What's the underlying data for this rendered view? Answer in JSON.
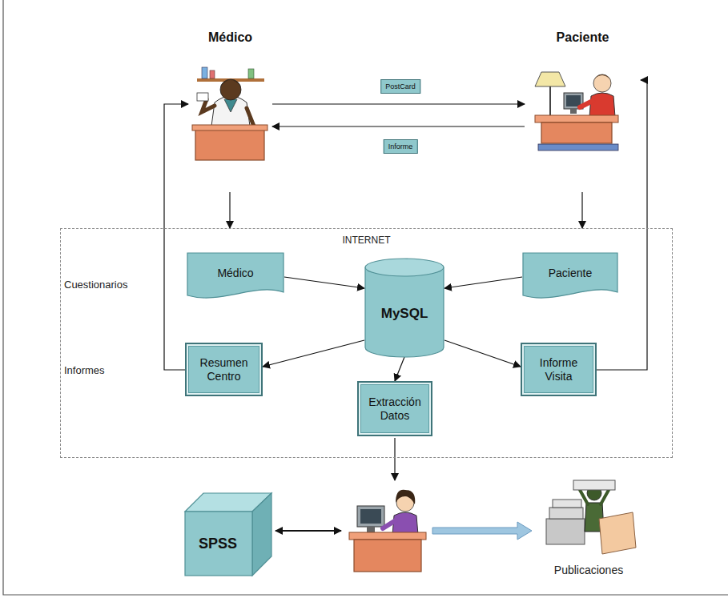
{
  "diagram": {
    "nodes": [
      {
        "text": [
          "Médico"
        ]
      },
      {
        "text": [
          "Paciente"
        ]
      },
      {
        "text": [
          "INTERNET"
        ]
      },
      {
        "text": [
          "Médico"
        ],
        "in": 2
      },
      {
        "text": [
          "MySQL"
        ],
        "in": 2
      },
      {
        "text": [
          "Paciente"
        ],
        "in": 2
      },
      {
        "text": [
          "Resumen Centro"
        ],
        "in": 2
      },
      {
        "text": [
          "Extracción Datos"
        ],
        "in": 2
      },
      {
        "text": [
          "Informe Visita"
        ],
        "in": 2
      },
      {
        "text": [
          "SPSS"
        ]
      },
      {
        "text": [
          "Publicaciones"
        ]
      }
    ],
    "edges": [
      {
        "from": 0,
        "to": 1,
        "label": "PostCard",
        "arrow": "to"
      },
      {
        "from": 1,
        "to": 0,
        "label": "Informe",
        "arrow": "to"
      },
      {
        "from": 0,
        "to": 2,
        "arrow": "to"
      },
      {
        "from": 1,
        "to": 2,
        "arrow": "to"
      },
      {
        "from": 3,
        "to": 4,
        "arrow": "to"
      },
      {
        "from": 5,
        "to": 4,
        "arrow": "to"
      },
      {
        "from": 4,
        "to": 6,
        "arrow": "to"
      },
      {
        "from": 4,
        "to": 7,
        "arrow": "to"
      },
      {
        "from": 4,
        "to": 8,
        "arrow": "to"
      },
      {
        "from": 6,
        "to": 0,
        "arrow": "to"
      },
      {
        "from": 8,
        "to": 1,
        "arrow": "to"
      }
    ],
    "labels": [
      "Cuestionarios",
      "Informes"
    ]
  }
}
